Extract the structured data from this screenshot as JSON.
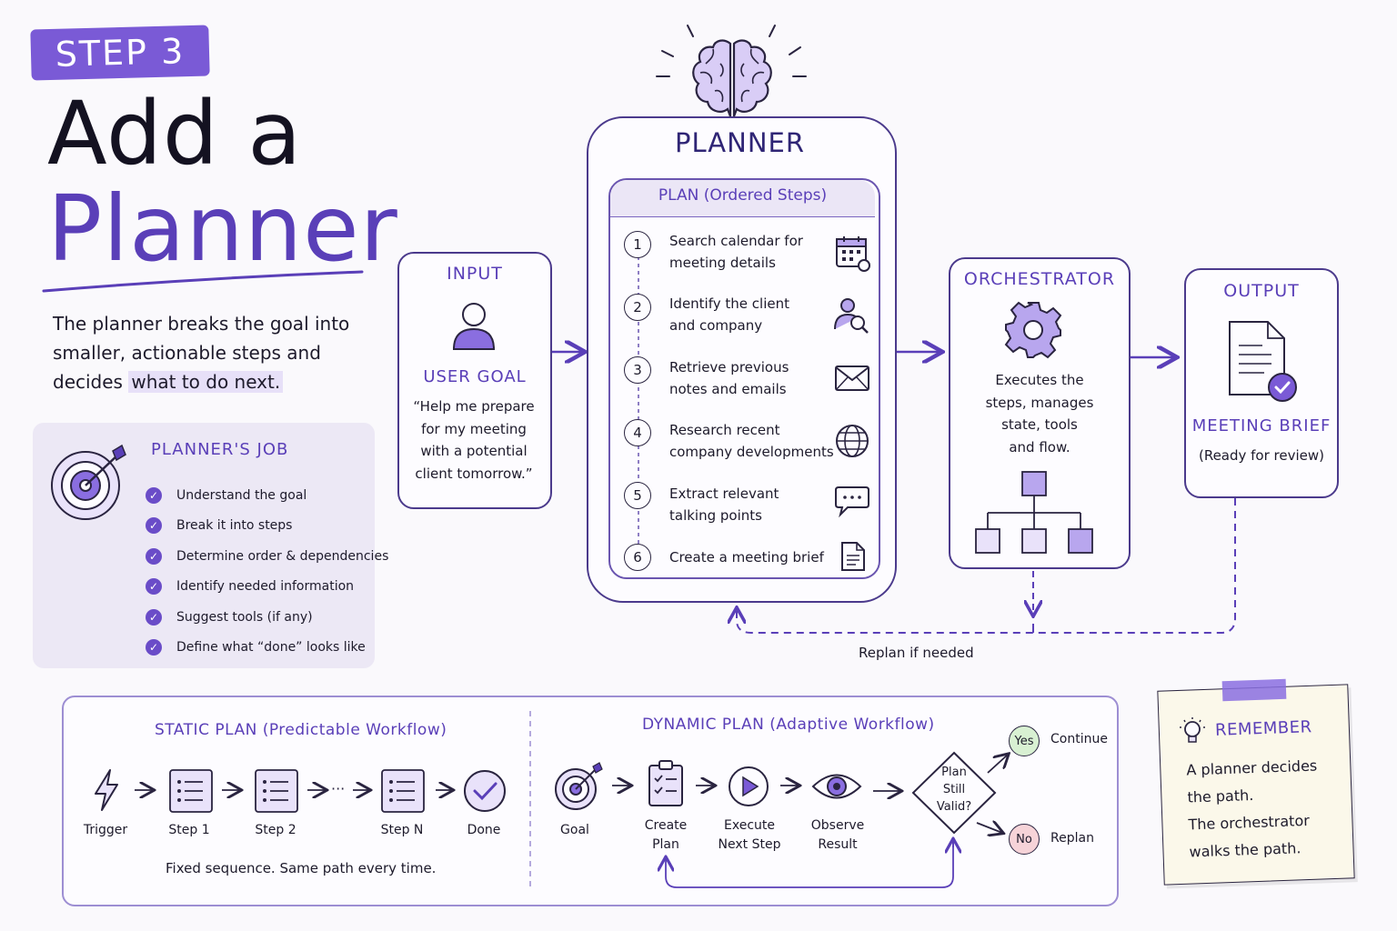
{
  "header": {
    "step_badge": "STEP 3",
    "title_line1": "Add a",
    "title_line2": "Planner",
    "intro_before": "The planner breaks the goal into smaller, actionable steps and decides ",
    "intro_highlight": "what to do next."
  },
  "planners_job": {
    "title": "PLANNER'S JOB",
    "items": [
      "Understand the goal",
      "Break it into steps",
      "Determine order & dependencies",
      "Identify needed information",
      "Suggest tools (if any)",
      "Define what “done” looks like"
    ]
  },
  "input": {
    "title": "INPUT",
    "subtitle": "USER GOAL",
    "quote_lines": [
      "“Help me prepare",
      "for my meeting",
      "with a potential",
      "client tomorrow.”"
    ]
  },
  "planner": {
    "title": "PLANNER",
    "plan_heading": "PLAN (Ordered Steps)",
    "steps": [
      {
        "num": "1",
        "line1": "Search calendar for",
        "line2": "meeting details",
        "icon": "calendar-icon"
      },
      {
        "num": "2",
        "line1": "Identify the client",
        "line2": "and company",
        "icon": "person-search-icon"
      },
      {
        "num": "3",
        "line1": "Retrieve previous",
        "line2": "notes and emails",
        "icon": "envelope-icon"
      },
      {
        "num": "4",
        "line1": "Research recent",
        "line2": "company developments",
        "icon": "globe-icon"
      },
      {
        "num": "5",
        "line1": "Extract relevant",
        "line2": "talking points",
        "icon": "speech-bubble-icon"
      },
      {
        "num": "6",
        "line1": "Create a meeting brief",
        "line2": "",
        "icon": "document-icon"
      }
    ]
  },
  "orchestrator": {
    "title": "ORCHESTRATOR",
    "desc_lines": [
      "Executes the",
      "steps, manages",
      "state, tools",
      "and flow."
    ]
  },
  "output": {
    "title": "OUTPUT",
    "subtitle": "MEETING BRIEF",
    "note": "(Ready for review)"
  },
  "replan_label": "Replan if needed",
  "static_plan": {
    "title": "STATIC PLAN (Predictable Workflow)",
    "nodes": [
      "Trigger",
      "Step 1",
      "Step 2",
      "Step N",
      "Done"
    ],
    "ellipsis": "···",
    "caption": "Fixed sequence. Same path every time."
  },
  "dynamic_plan": {
    "title": "DYNAMIC PLAN (Adaptive Workflow)",
    "goal": "Goal",
    "create_plan": [
      "Create",
      "Plan"
    ],
    "execute": [
      "Execute",
      "Next Step"
    ],
    "observe": [
      "Observe",
      "Result"
    ],
    "decision": [
      "Plan",
      "Still",
      "Valid?"
    ],
    "yes": "Yes",
    "yes_action": "Continue",
    "no": "No",
    "no_action": "Replan"
  },
  "remember": {
    "title": "REMEMBER",
    "lines": [
      "A planner decides",
      "the path.",
      "The orchestrator",
      "walks the path."
    ]
  },
  "colors": {
    "accent": "#5a3fb8",
    "accent_light": "#e9e2fa",
    "ink": "#1d1a2b",
    "yes_green": "#d8f0d2",
    "no_red": "#f6d3d8",
    "note_paper": "#fbf8ea"
  }
}
